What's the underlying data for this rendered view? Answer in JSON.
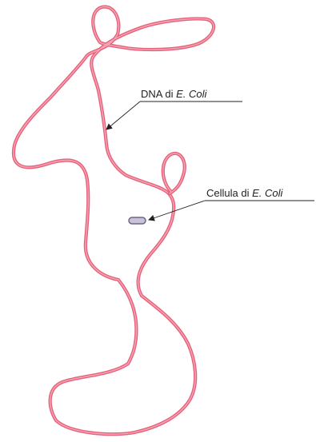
{
  "labels": {
    "dna": {
      "prefix": "DNA di ",
      "species": "E. Coli"
    },
    "cell": {
      "prefix": "Cellula di ",
      "species": "E. Coli"
    }
  },
  "colors": {
    "dna_stroke": "#e8617a",
    "dna_core": "#f6a7b6",
    "cell_fill": "#c9c2d8",
    "cell_stroke": "#6d6785",
    "leader_line": "#222222"
  }
}
